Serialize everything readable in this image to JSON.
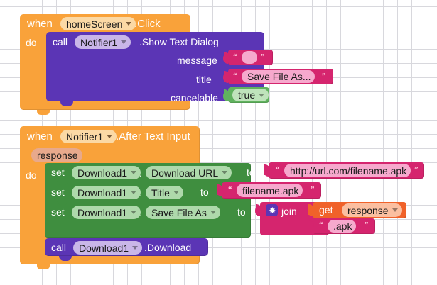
{
  "editor": {
    "name": "MIT App Inventor Blocks Editor Canvas",
    "background_color": "#ffffff",
    "grid_dot_color": "#d8d8dd"
  },
  "palette": {
    "event_orange": "#f9a23a",
    "method_purple": "#5b35b5",
    "setter_green": "#3f8e3f",
    "text_magenta": "#d5256e",
    "variable_orange": "#f0622a",
    "logic_green": "#60b25e"
  },
  "blocks": [
    {
      "id": "event-home-screen-click",
      "kind": "event",
      "when_label": "when",
      "component": "homeScreen",
      "event_name": ".Click",
      "do_label": "do",
      "body": [
        {
          "id": "call-notifier1-show-text-dialog",
          "kind": "method-call",
          "call_label": "call",
          "component": "Notifier1",
          "method_name": ".Show Text Dialog",
          "args": [
            {
              "label": "message",
              "value_kind": "text",
              "value": ""
            },
            {
              "label": "title",
              "value_kind": "text",
              "value": "Save File As..."
            },
            {
              "label": "cancelable",
              "value_kind": "boolean",
              "value": "true"
            }
          ]
        }
      ]
    },
    {
      "id": "event-notifier1-after-text-input",
      "kind": "event",
      "when_label": "when",
      "component": "Notifier1",
      "event_name": ".After Text Input",
      "parameter": "response",
      "do_label": "do",
      "body": [
        {
          "id": "set-download1-download-url",
          "kind": "setter",
          "set_label": "set",
          "component": "Download1",
          "dot": ".",
          "property": "Download URL",
          "to_label": "to",
          "value_kind": "text",
          "value": "http://url.com/filename.apk"
        },
        {
          "id": "set-download1-title",
          "kind": "setter",
          "set_label": "set",
          "component": "Download1",
          "dot": ".",
          "property": "Title",
          "to_label": "to",
          "value_kind": "text",
          "value": "filename.apk"
        },
        {
          "id": "set-download1-save-file-as",
          "kind": "setter",
          "set_label": "set",
          "component": "Download1",
          "dot": ".",
          "property": "Save File As",
          "to_label": "to",
          "value_kind": "join",
          "join": {
            "label": "join",
            "mutator_icon": "gear-icon",
            "items": [
              {
                "kind": "get",
                "get_label": "get",
                "variable": "response"
              },
              {
                "kind": "text",
                "value": ".apk"
              }
            ]
          }
        },
        {
          "id": "call-download1-download",
          "kind": "method-call",
          "call_label": "call",
          "component": "Download1",
          "method_name": ".Download"
        }
      ]
    }
  ]
}
